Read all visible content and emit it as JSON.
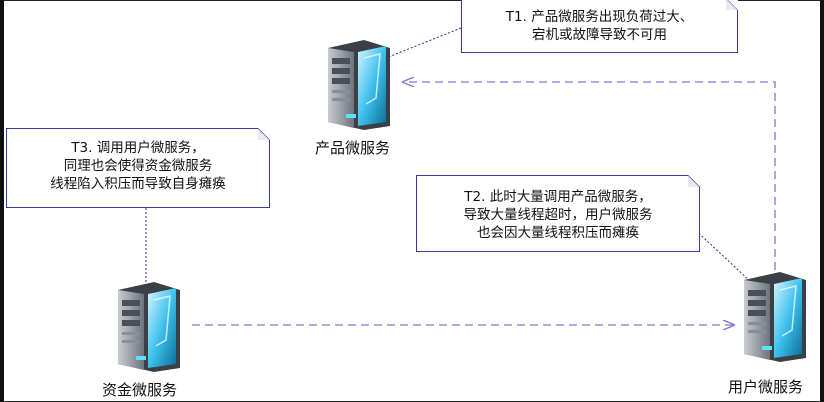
{
  "nodes": {
    "product": {
      "label": "产品微服务"
    },
    "funds": {
      "label": "资金微服务"
    },
    "user": {
      "label": "用户微服务"
    }
  },
  "callouts": {
    "t1": {
      "lines": [
        "T1. 产品微服务出现负荷过大、",
        "宕机或故障导致不可用"
      ]
    },
    "t2": {
      "lines": [
        "T2. 此时大量调用产品微服务，",
        "导致大量线程超时，用户微服务",
        "也会因大量线程积压而瘫痪"
      ]
    },
    "t3": {
      "lines": [
        "T3. 调用用户微服务，",
        "同理也会使得资金微服务",
        "线程陷入积压而导致自身瘫痪"
      ]
    }
  },
  "colors": {
    "arrow": "#7a7ad0",
    "callout_border": "#3a3a9a",
    "leader": "#2a2aa0"
  }
}
